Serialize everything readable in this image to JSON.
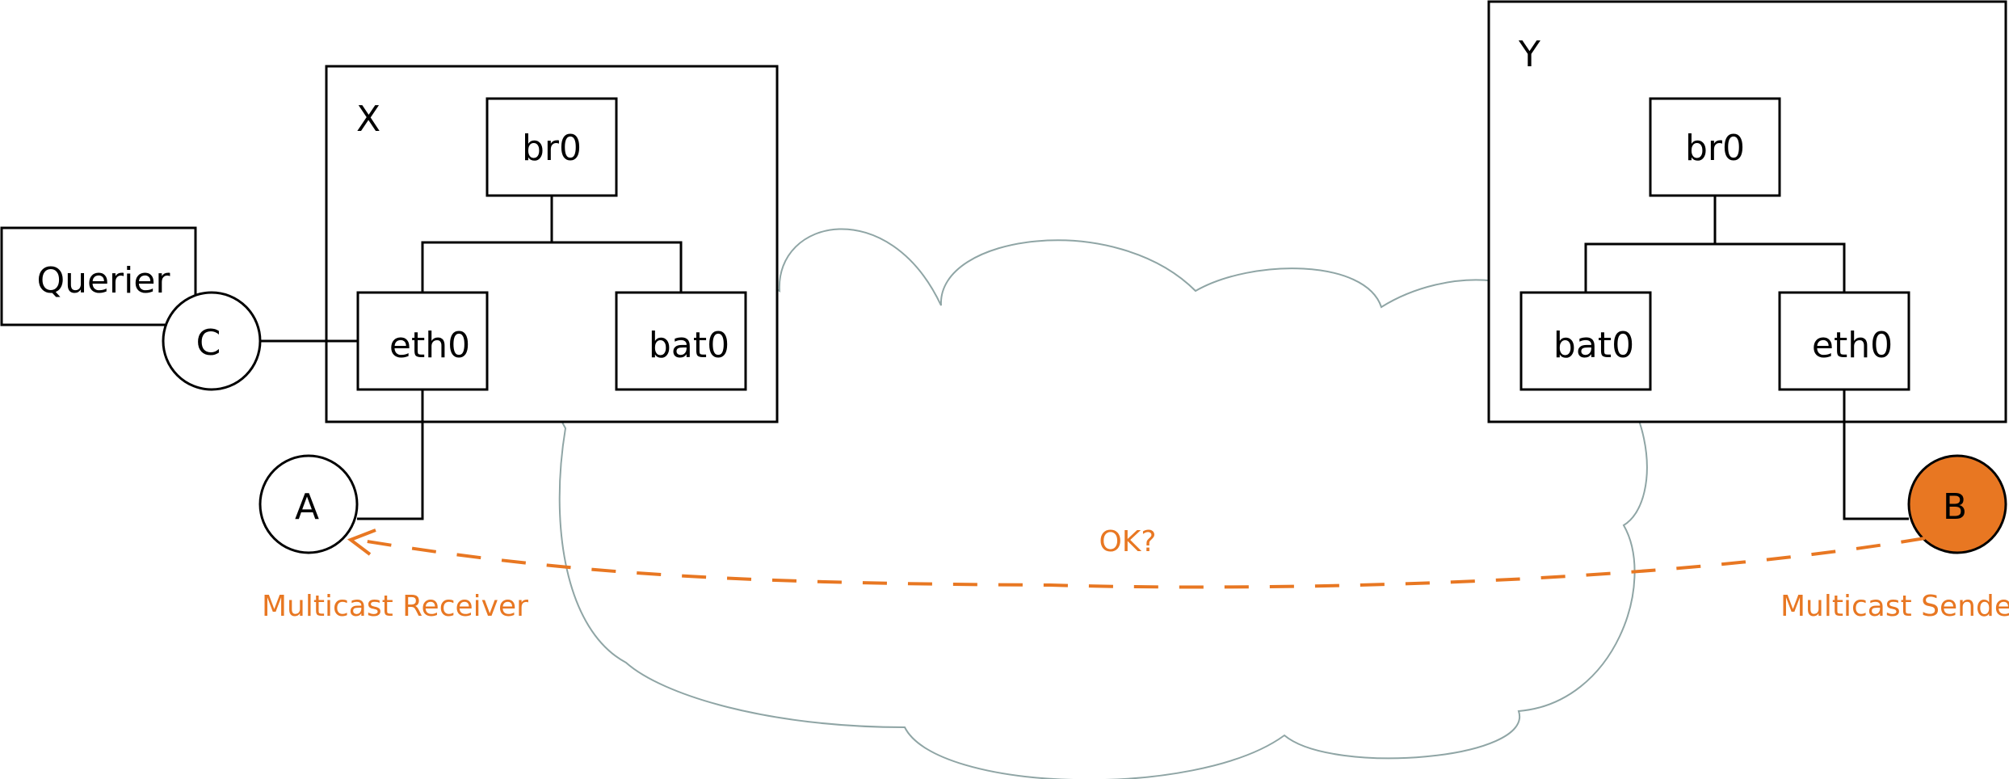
{
  "colors": {
    "line": "#000000",
    "accent": "#e87722",
    "sender_fill": "#e87722",
    "cloud": "#8fa5a5",
    "background": "#ffffff"
  },
  "host_x": {
    "label": "X",
    "bridge": "br0",
    "iface_left": "eth0",
    "iface_right": "bat0"
  },
  "host_y": {
    "label": "Y",
    "bridge": "br0",
    "iface_left": "bat0",
    "iface_right": "eth0"
  },
  "querier": {
    "label": "Querier"
  },
  "nodes": {
    "c": "C",
    "a": "A",
    "b": "B"
  },
  "flow": {
    "label": "OK?",
    "receiver_caption": "Multicast Receiver",
    "sender_caption": "Multicast Sender"
  }
}
